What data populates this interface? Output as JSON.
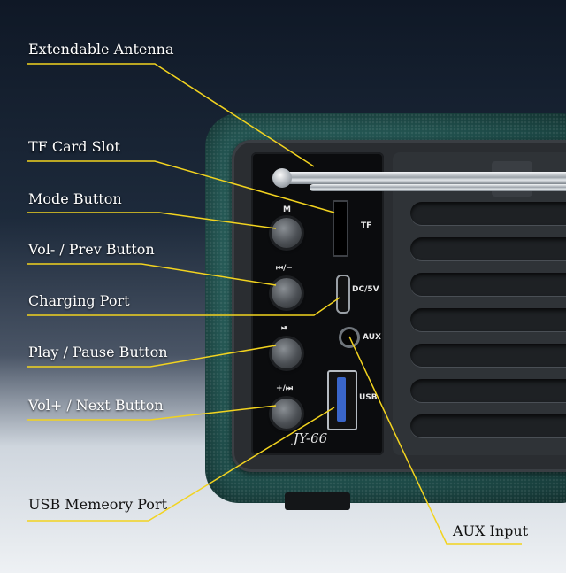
{
  "callouts": {
    "antenna": "Extendable Antenna",
    "tf_slot": "TF Card Slot",
    "mode": "Mode Button",
    "vol_minus": "Vol- / Prev Button",
    "charging": "Charging Port",
    "play_pause": "Play / Pause Button",
    "vol_plus": "Vol+ / Next Button",
    "usb": "USB Memeory Port",
    "aux": "AUX Input"
  },
  "panel": {
    "m_label": "M",
    "prev_label": "⏮/−",
    "play_label": "⏯",
    "next_label": "+/⏭",
    "tf_label": "TF",
    "dc_label": "DC/5V",
    "aux_label": "AUX",
    "usb_label": "USB",
    "model": "JY-66"
  },
  "colors": {
    "leader_line": "#f2d31f",
    "leather": "#1f4f4c",
    "background_top": "#0f1826"
  }
}
